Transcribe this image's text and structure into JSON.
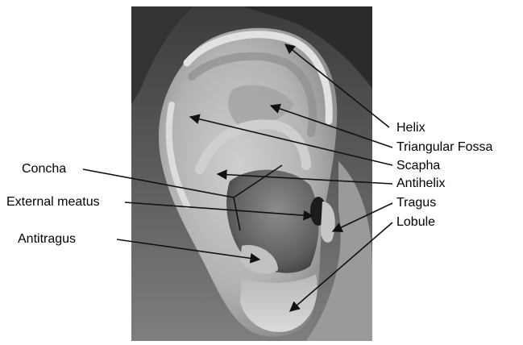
{
  "diagram": {
    "labels": {
      "helix": "Helix",
      "triangular_fossa": "Triangular Fossa",
      "scapha": "Scapha",
      "antihelix": "Antihelix",
      "tragus": "Tragus",
      "lobule": "Lobule",
      "concha": "Concha",
      "external_meatus": "External meatus",
      "antitragus": "Antitragus"
    },
    "colors": {
      "photo_background": "#4a4a4a",
      "skin_light": "#d6d6d6",
      "skin_mid": "#a9a9a9",
      "shadow": "#2a2a2a",
      "leader_line": "#111111"
    }
  }
}
